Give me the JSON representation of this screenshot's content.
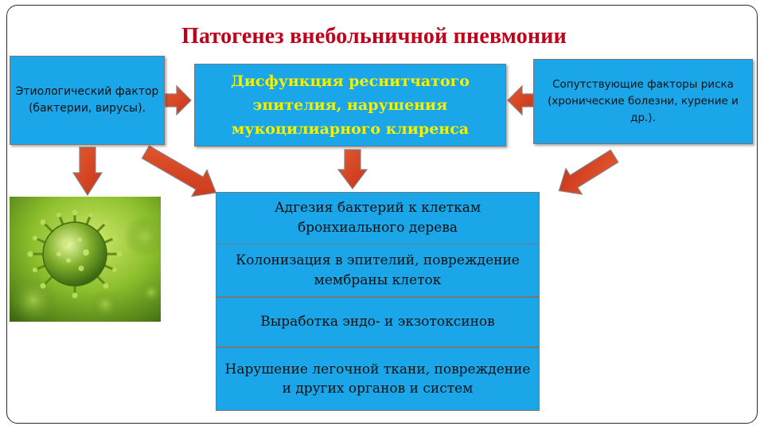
{
  "slide": {
    "title": "Патогенез внебольничной пневмонии"
  },
  "boxes": {
    "etiology": "Этиологический фактор (бактерии, вирусы).",
    "dysfunction": "Дисфункция реснитчатого эпителия, нарушения мукоцилиарного клиренса",
    "risk": "Сопутствующие факторы риска (хронические болезни, курение и др.)."
  },
  "cascade": [
    "Адгезия бактерий к клеткам бронхиального дерева",
    "Колонизация в эпителий, повреждение мембраны клеток",
    "Выработка эндо- и экзотоксинов",
    "Нарушение легочной ткани, повреждение и других органов и систем"
  ],
  "colors": {
    "title": "#c0001a",
    "box_fill": "#1aa6e8",
    "arrow_fill": "#d5411f",
    "arrow_stroke": "#8a7f7f",
    "dysfunction_text": "#f3f000"
  },
  "image": {
    "icon": "virus-micrograph-icon"
  }
}
